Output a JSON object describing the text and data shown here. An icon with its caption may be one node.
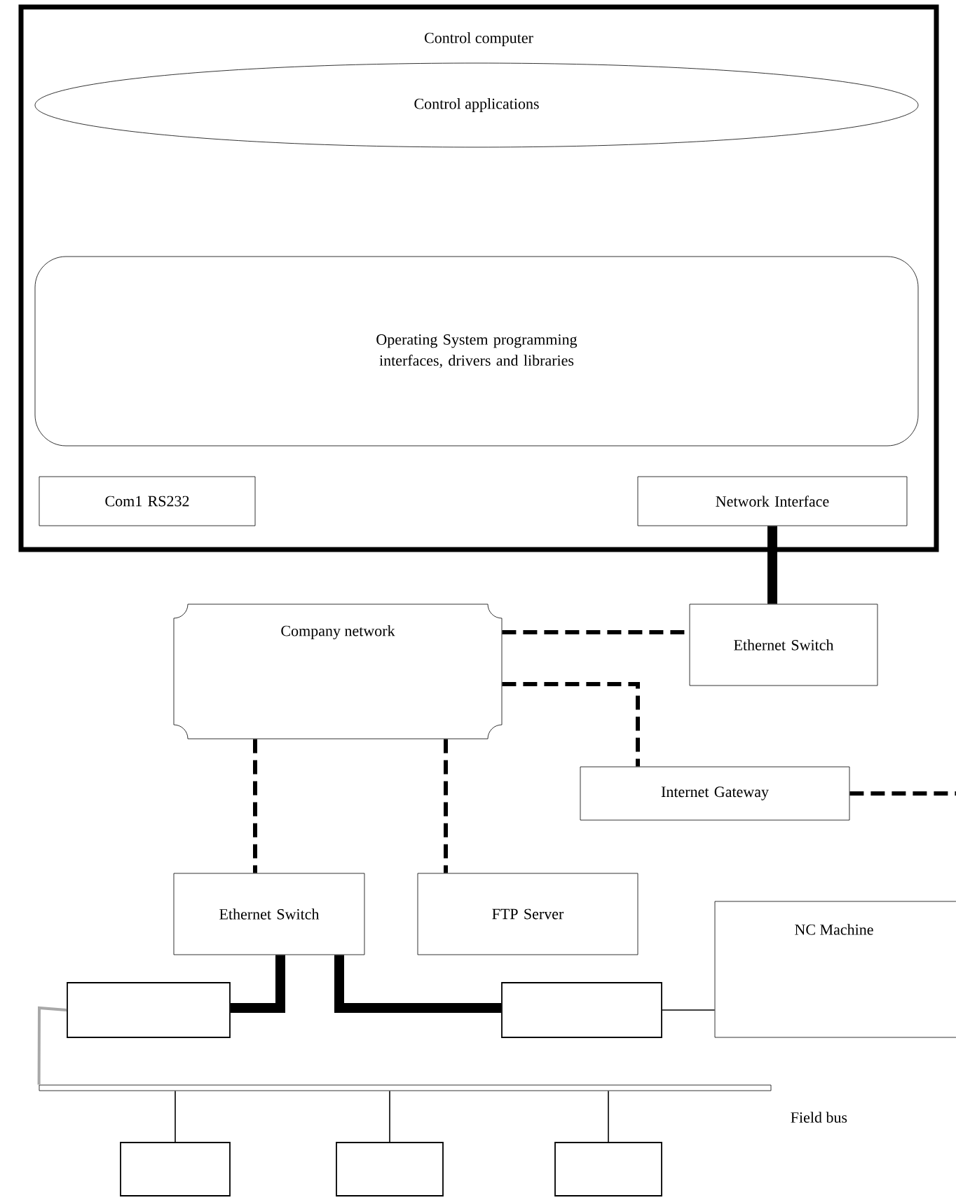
{
  "diagram": {
    "nodes": [
      {
        "text": [
          "Control computer"
        ]
      },
      {
        "text": [
          "Control applications"
        ],
        "in": 0
      },
      {
        "text": [
          "Operating System programming interfaces, drivers and libraries"
        ],
        "in": 0
      },
      {
        "text": [
          "Com1 RS232"
        ],
        "in": 0
      },
      {
        "text": [
          "Network Interface"
        ],
        "in": 0
      },
      {
        "text": [
          "Company network"
        ]
      },
      {
        "text": [
          "Ethernet Switch"
        ]
      },
      {
        "text": [
          "Internet Gateway"
        ]
      },
      {
        "text": [
          "Ethernet Switch"
        ]
      },
      {
        "text": [
          "FTP Server"
        ]
      },
      {
        "text": [
          "NC Machine"
        ]
      },
      {
        "text": [],
        "shape": "box"
      },
      {
        "text": [],
        "shape": "box"
      },
      {
        "text": [],
        "shape": "bar",
        "beside": [
          "Field bus"
        ]
      },
      {
        "text": [],
        "shape": "box"
      },
      {
        "text": [],
        "shape": "box"
      },
      {
        "text": [],
        "shape": "box"
      }
    ],
    "edges": [
      {
        "from": 4,
        "to": 6,
        "arrow": "none",
        "style": "thick"
      },
      {
        "from": 5,
        "to": 6,
        "arrow": "none",
        "style": "dashed"
      },
      {
        "from": 5,
        "to": 7,
        "arrow": "none",
        "style": "dashed"
      },
      {
        "from": 7,
        "to": null,
        "arrow": "none",
        "style": "dashed"
      },
      {
        "from": 5,
        "to": 8,
        "arrow": "none",
        "style": "dashed"
      },
      {
        "from": 5,
        "to": 9,
        "arrow": "none",
        "style": "dashed"
      },
      {
        "from": 8,
        "to": 11,
        "arrow": "none",
        "style": "thick"
      },
      {
        "from": 8,
        "to": 12,
        "arrow": "none",
        "style": "thick"
      },
      {
        "from": 12,
        "to": 10,
        "arrow": "none"
      },
      {
        "from": 11,
        "to": 13,
        "arrow": "none",
        "color": "#a8a8a8"
      },
      {
        "from": 13,
        "to": 14,
        "arrow": "none"
      },
      {
        "from": 13,
        "to": 15,
        "arrow": "none"
      },
      {
        "from": 13,
        "to": 16,
        "arrow": "none"
      }
    ]
  }
}
